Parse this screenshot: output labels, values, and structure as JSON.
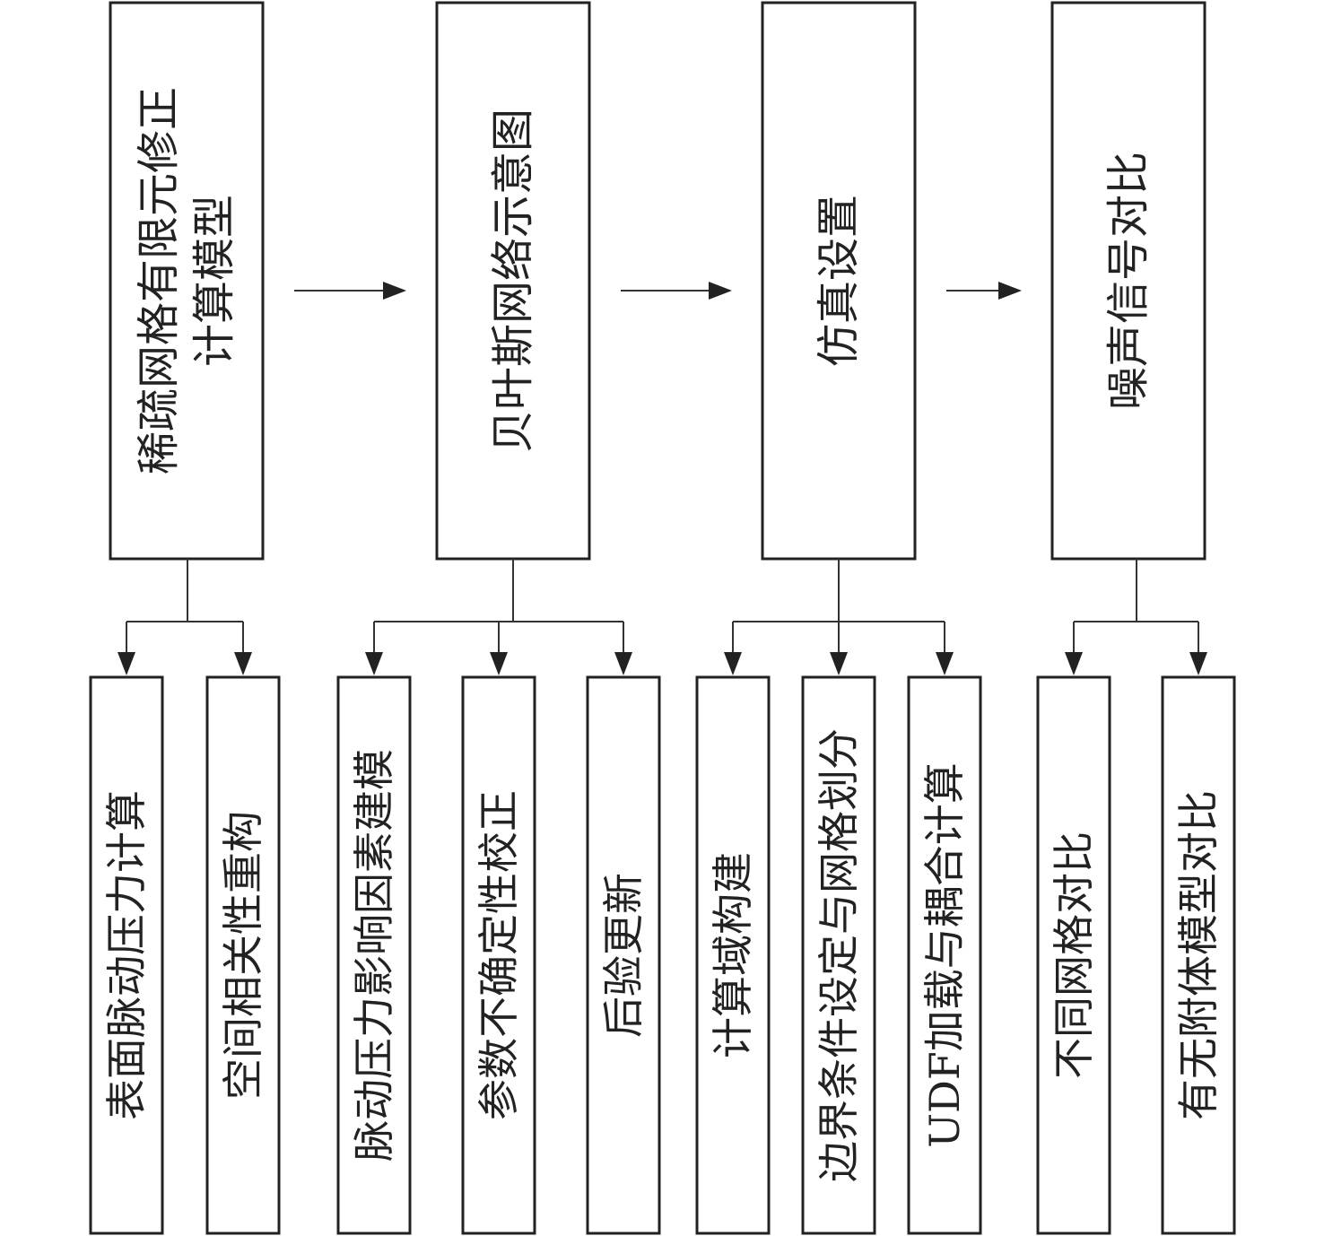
{
  "stages": [
    {
      "title_lines": [
        "稀疏网格有限元修正",
        "计算模型"
      ],
      "children": [
        "表面脉动压力计算",
        "空间相关性重构"
      ]
    },
    {
      "title_lines": [
        "贝叶斯网络示意图"
      ],
      "children": [
        "脉动压力影响因素建模",
        "参数不确定性校正",
        "后验更新"
      ]
    },
    {
      "title_lines": [
        "仿真设置"
      ],
      "children": [
        "计算域构建",
        "边界条件设定与网格划分",
        "UDF加载与耦合计算"
      ]
    },
    {
      "title_lines": [
        "噪声信号对比"
      ],
      "children": [
        "不同网格对比",
        "有无附体模型对比"
      ]
    }
  ],
  "colors": {
    "stroke": "#222222",
    "connector": "#333333"
  }
}
